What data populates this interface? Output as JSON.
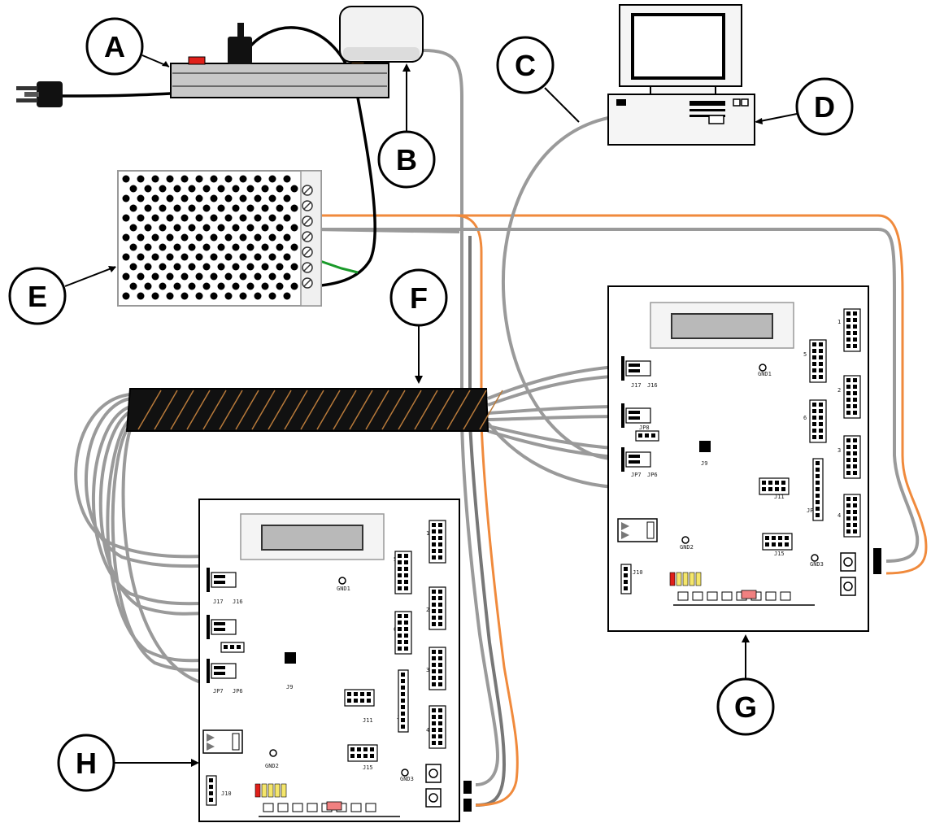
{
  "callouts": [
    {
      "id": "A",
      "label": "A"
    },
    {
      "id": "B",
      "label": "B"
    },
    {
      "id": "C",
      "label": "C"
    },
    {
      "id": "D",
      "label": "D"
    },
    {
      "id": "E",
      "label": "E"
    },
    {
      "id": "F",
      "label": "F"
    },
    {
      "id": "G",
      "label": "G"
    },
    {
      "id": "H",
      "label": "H"
    }
  ],
  "board_labels": {
    "gnd1": "GND1",
    "gnd2": "GND2",
    "gnd3": "GND3",
    "j11": "J11",
    "j15": "J15",
    "j10": "J10",
    "j9": "J9",
    "jp2": "JP2",
    "jp8": "JP8",
    "j17": "J17",
    "j16": "J16",
    "jp7": "JP7",
    "jp6": "JP6",
    "h1": "1",
    "h2": "2",
    "h3": "3",
    "h4": "4",
    "h5": "5",
    "h6": "6"
  },
  "colors": {
    "outline": "#000000",
    "cable_gray": "#9a9a9a",
    "wire_orange": "#f08a3c",
    "wire_green": "#1a9a2a",
    "lcd_gray": "#b9b9b9",
    "switch_red": "#e0201a",
    "led_yellow": "#f5e66a"
  }
}
